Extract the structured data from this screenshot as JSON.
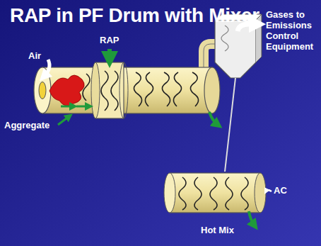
{
  "diagram": {
    "title": "RAP in PF Drum with Mixer",
    "labels": [
      "Air",
      "RAP",
      "Aggregate",
      "Gases to Emissions Control Equipment",
      "AC",
      "Hot Mix"
    ]
  }
}
